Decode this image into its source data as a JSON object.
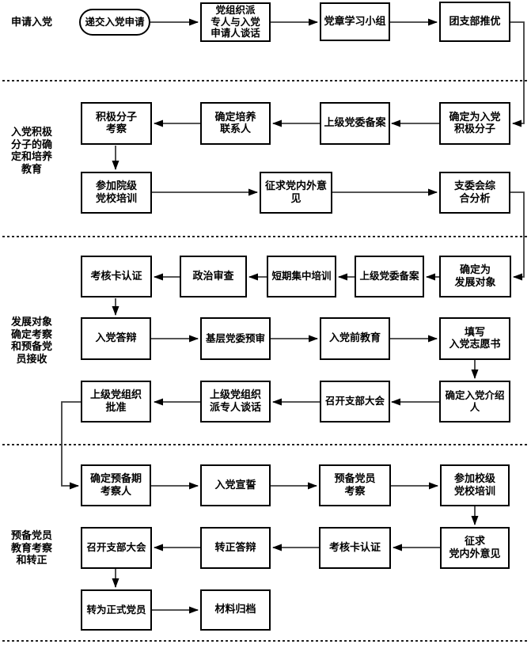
{
  "diagram": {
    "section_labels": {
      "apply": "申请入党",
      "activist": "入党积极\n分子的确\n定和培养\n教育",
      "development": "发展对象\n确定考察\n和预备党\n员接收",
      "probation": "预备党员\n教育考察\n和转正"
    },
    "nodes": {
      "submit_application": "递交入党申请",
      "org_talk": "党组织派\n专人与入党\n申请人谈话",
      "study_group": "党章学习小组",
      "league_recommend": "团支部推优",
      "activist_review": "积极分子\n考察",
      "training_contact": "确定培养\n联系人",
      "committee_record1": "上级党委备案",
      "confirm_activist": "确定为入党\n积极分子",
      "college_training": "参加院级\n党校培训",
      "seek_opinions1": "征求党内外意\n见",
      "branch_analysis": "支委会综\n合分析",
      "assessment_card1": "考核卡认证",
      "political_review": "政治审查",
      "short_training": "短期集中培训",
      "committee_record2": "上级党委备案",
      "confirm_candidate": "确定为\n发展对象",
      "admission_defense": "入党答辩",
      "preliminary_review": "基层党委预审",
      "pre_admission_education": "入党前教育",
      "fill_application": "填写\n入党志愿书",
      "higher_approval": "上级党组织\n批准",
      "higher_talk": "上级党组织\n派专人谈话",
      "branch_meeting1": "召开支部大会",
      "confirm_introducer": "确定入党介绍\n人",
      "probation_examiner": "确定预备期\n考察人",
      "oath": "入党宣誓",
      "probationary_review": "预备党员\n考察",
      "school_training": "参加校级\n党校培训",
      "branch_meeting2": "召开支部大会",
      "confirmation_defense": "转正答辩",
      "assessment_card2": "考核卡认证",
      "seek_opinions2": "征求\n党内外意见",
      "full_member": "转为正式党员",
      "archive": "材料归档"
    },
    "colors": {
      "line": "#3c3c3c",
      "arrowhead": "#000000",
      "box_border": "#000000",
      "divider": "#222222"
    }
  }
}
